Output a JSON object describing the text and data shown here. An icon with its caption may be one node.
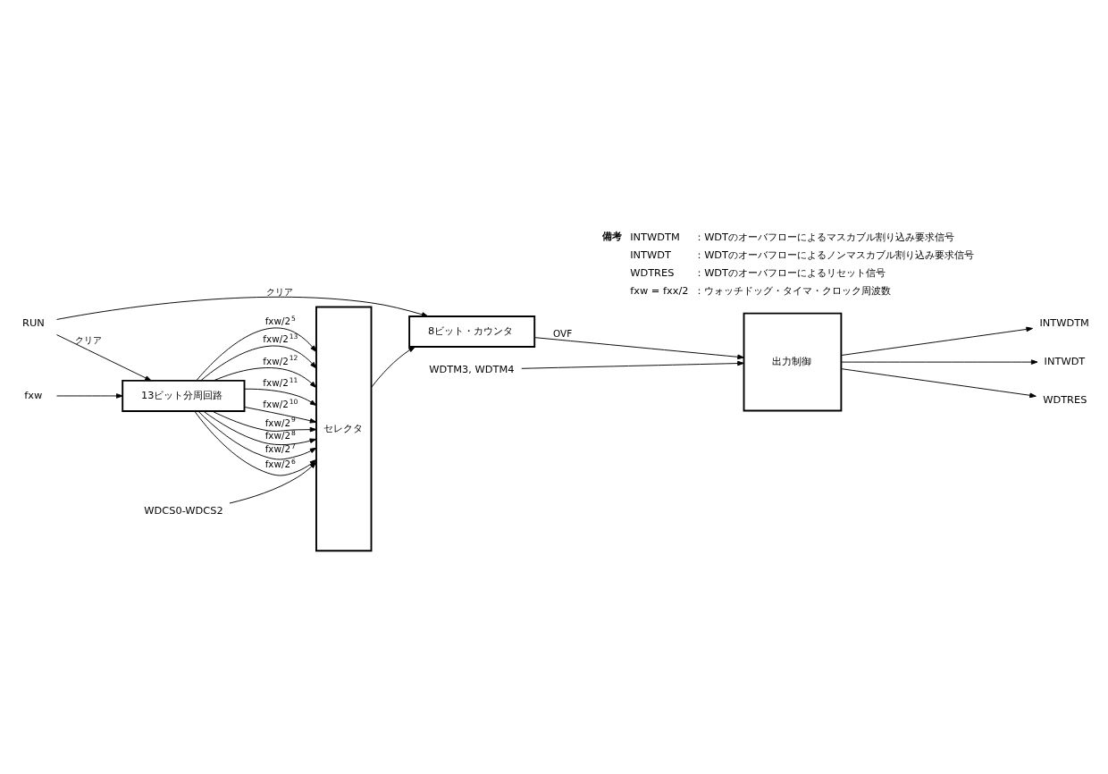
{
  "diagram": {
    "nodes": [
      {
        "text": [
          "RUN"
        ]
      },
      {
        "text": [
          "13ビット分周回路"
        ]
      },
      {
        "text": [
          "fxw"
        ]
      },
      {
        "text": [
          "セレクタ"
        ]
      },
      {
        "text": [
          "8ビット・カウンタ"
        ]
      },
      {
        "text": [
          "出力制御"
        ]
      },
      {
        "text": [
          "WDCS0-WDCS2"
        ]
      },
      {
        "text": [
          "WDTM3, WDTM4"
        ]
      },
      {
        "text": [
          "INTWDTM"
        ]
      },
      {
        "text": [
          "INTWDT"
        ]
      },
      {
        "text": [
          "WDTRES"
        ]
      }
    ],
    "edges": [
      {
        "from": 0,
        "to": 1,
        "arrow": "to",
        "label": "クリア"
      },
      {
        "from": 0,
        "to": 4,
        "arrow": "to",
        "label": "クリア"
      },
      {
        "from": 2,
        "to": 1,
        "arrow": "to"
      },
      {
        "from": 1,
        "to": 3,
        "arrow": "to",
        "label": "fxw/2$^{13}$"
      },
      {
        "from": 1,
        "to": 3,
        "arrow": "to",
        "label": "fxw/2$^{12}$"
      },
      {
        "from": 1,
        "to": 3,
        "arrow": "to",
        "label": "fxw/2$^{11}$"
      },
      {
        "from": 1,
        "to": 3,
        "arrow": "to",
        "label": "fxw/2$^{10}$"
      },
      {
        "from": 1,
        "to": 3,
        "arrow": "to",
        "label": "fxw/2$^{9}$"
      },
      {
        "from": 1,
        "to": 3,
        "arrow": "to",
        "label": "fxw/2$^{8}$"
      },
      {
        "from": 1,
        "to": 3,
        "arrow": "to",
        "label": "fxw/2$^{7}$"
      },
      {
        "from": 1,
        "to": 3,
        "arrow": "to",
        "label": "fxw/2$^{6}$"
      },
      {
        "from": 1,
        "to": 3,
        "arrow": "to",
        "label": "fxw/2$^{5}$"
      },
      {
        "from": 6,
        "to": 3,
        "arrow": "to"
      },
      {
        "from": 3,
        "to": 4,
        "arrow": "to"
      },
      {
        "from": 4,
        "to": 5,
        "arrow": "to",
        "label": "OVF"
      },
      {
        "from": 7,
        "to": 5,
        "arrow": "to"
      },
      {
        "from": 5,
        "to": 8,
        "arrow": "to"
      },
      {
        "from": 5,
        "to": 9,
        "arrow": "to"
      },
      {
        "from": 5,
        "to": 10,
        "arrow": "to"
      }
    ],
    "labels": [
      "備考",
      "INTWDTM",
      "：WDTのオーバフローによるマスカブル割り込み要求信号",
      "INTWDT",
      "：WDTのオーバフローによるノンマスカブル割り込み要求信号",
      "WDTRES",
      "：WDTのオーバフローによるリセット信号",
      "fxw = fxx/2",
      "：ウォッチドッグ・タイマ・クロック周波数"
    ]
  }
}
